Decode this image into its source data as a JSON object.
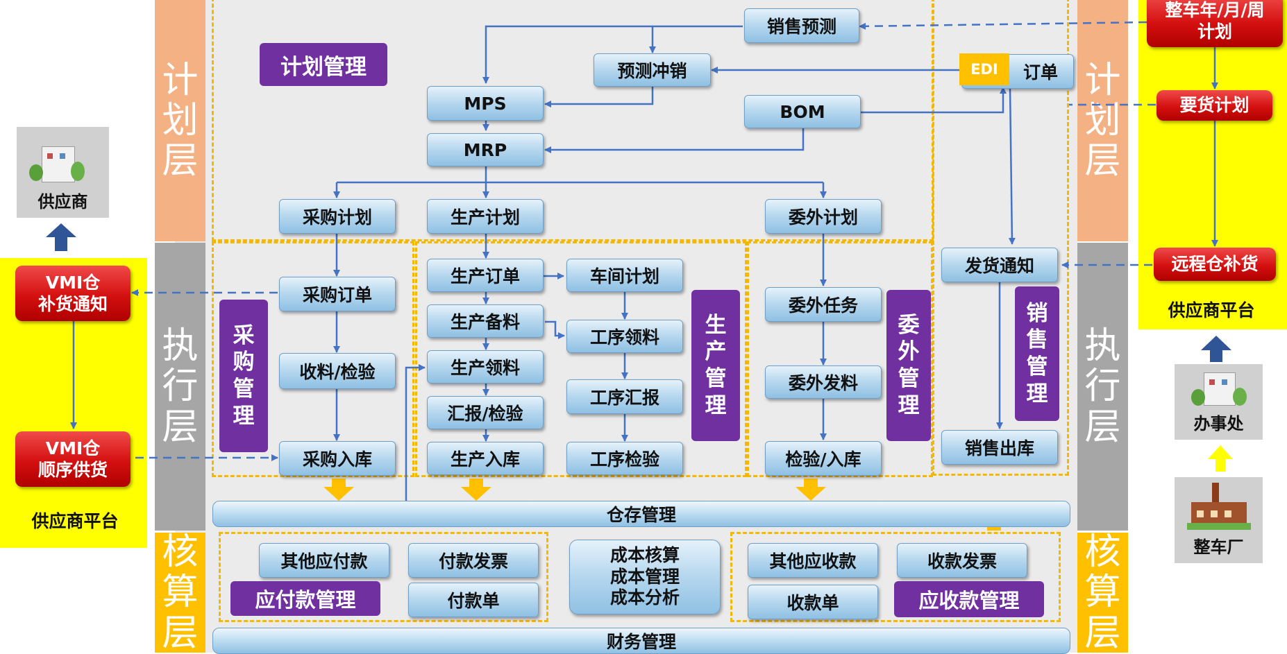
{
  "layers_left": {
    "plan": "计划层",
    "exec": "执行层",
    "acct": "核算层"
  },
  "layers_right": {
    "plan": "计划层",
    "exec": "执行层",
    "acct": "核算层"
  },
  "plan": {
    "section": "计划管理",
    "sales_forecast": "销售预测",
    "forecast_offset": "预测冲销",
    "mps": "MPS",
    "mrp": "MRP",
    "bom": "BOM",
    "edi": "EDI",
    "order": "订单",
    "purchase_plan": "采购计划",
    "production_plan": "生产计划",
    "outsource_plan": "委外计划"
  },
  "purchase": {
    "section": "采购管理",
    "order": "采购订单",
    "receive_inspect": "收料/检验",
    "inbound": "采购入库"
  },
  "production": {
    "section": "生产管理",
    "order": "生产订单",
    "workshop_plan": "车间计划",
    "prep": "生产备料",
    "process_pick": "工序领料",
    "pick": "生产领料",
    "process_report": "工序汇报",
    "report_inspect": "汇报/检验",
    "inbound": "生产入库",
    "process_inspect": "工序检验"
  },
  "outsource": {
    "section": "委外管理",
    "task": "委外任务",
    "issue": "委外发料",
    "inspect_inbound": "检验/入库"
  },
  "sales": {
    "section": "销售管理",
    "ship_notice": "发货通知",
    "outbound": "销售出库"
  },
  "warehouse": "仓存管理",
  "finance": "财务管理",
  "payable": {
    "section": "应付款管理",
    "other": "其他应付款",
    "invoice": "付款发票",
    "bill": "付款单"
  },
  "cost": {
    "line1": "成本核算",
    "line2": "成本管理",
    "line3": "成本分析"
  },
  "receivable": {
    "section": "应收款管理",
    "other": "其他应收款",
    "invoice": "收款发票",
    "bill": "收款单"
  },
  "left_panel": {
    "supplier": "供应商",
    "vmi_notice": "VMI仓\n补货通知",
    "vmi_supply": "VMI仓\n顺序供货",
    "platform": "供应商平台"
  },
  "right_panel": {
    "oem_plan": "整车年/月/周\n计划",
    "demand_plan": "要货计划",
    "remote_replenish": "远程仓补货",
    "platform": "供应商平台",
    "office": "办事处",
    "oem": "整车厂"
  },
  "colors": {
    "plan_layer": "#f4b183",
    "exec_layer": "#a6a6a6",
    "acct_layer": "#ffc000",
    "purple": "#7030a0",
    "red": "#c00000",
    "yellow": "#ffff00",
    "dash": "#f5b800",
    "arrow": "#4472c4"
  }
}
